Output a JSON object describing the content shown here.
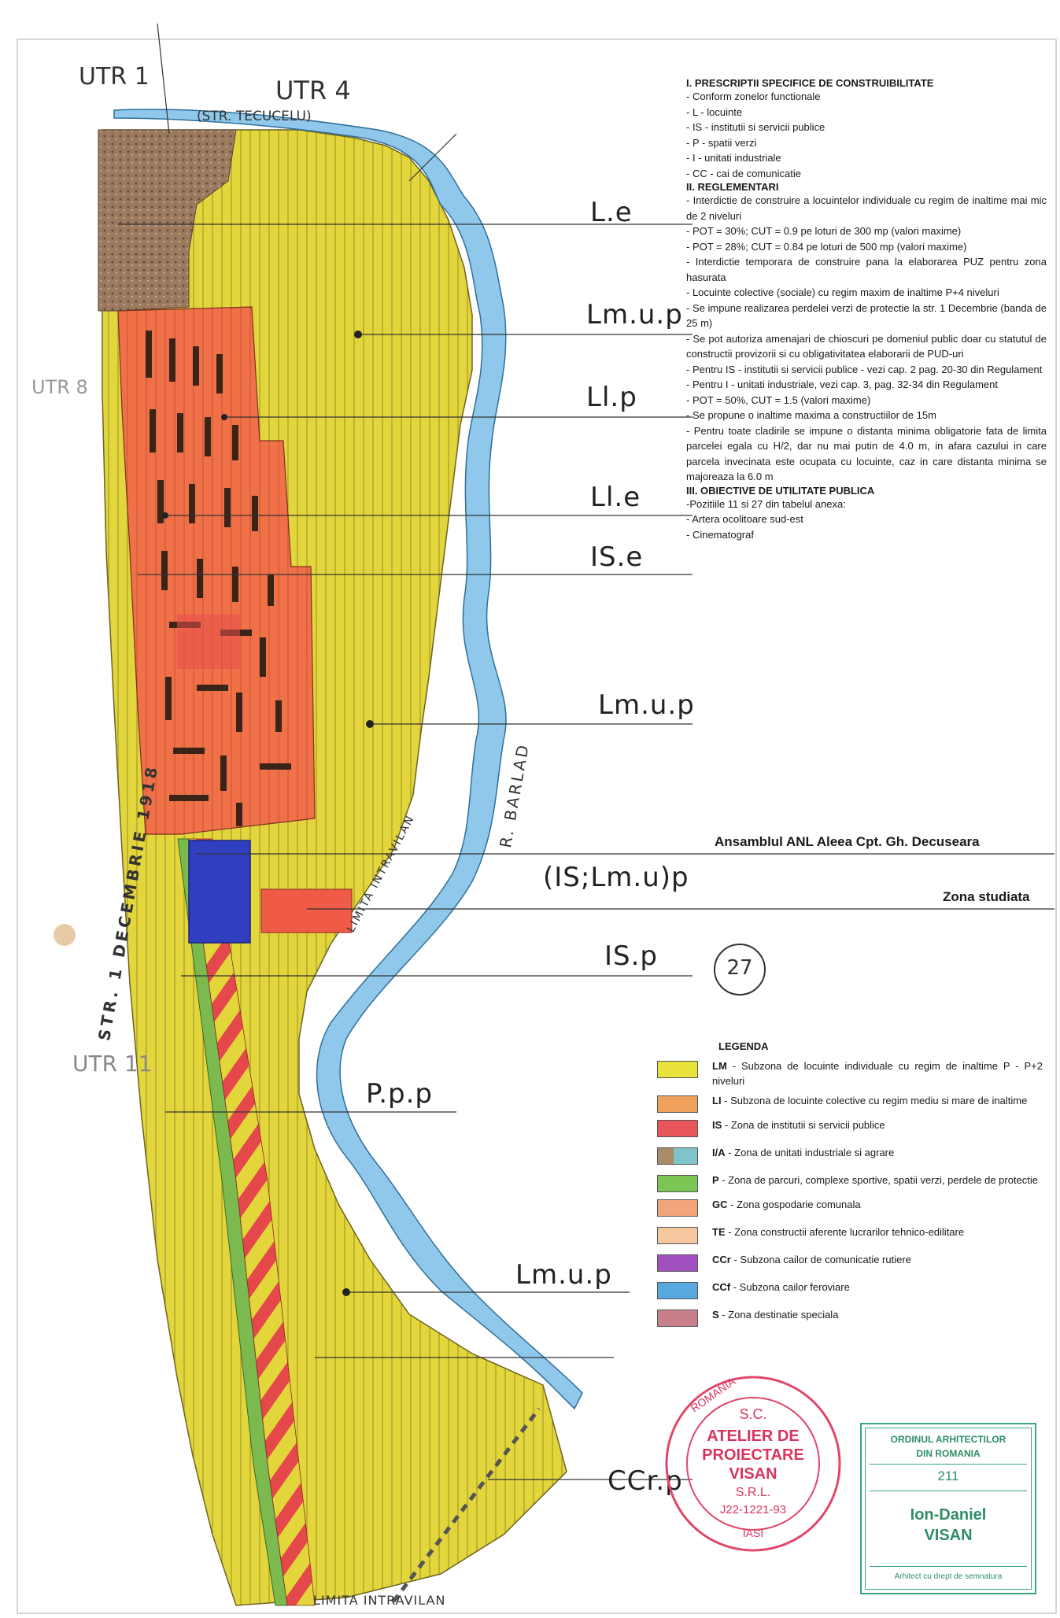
{
  "map_labels": {
    "utr1": "UTR 1",
    "utr4": "UTR 4",
    "utr_left": "UTR 8",
    "utr11": "UTR 11",
    "street_top": "(STR. TECUCELU)",
    "street_left": "STR. 1 DECEMBRIE 1918",
    "river": "R. BARLAD",
    "limit_river": "LIMITA INTRAVILAN",
    "limit_bottom": "LIMITA INTRAVILAN",
    "zones": {
      "le": "L.e",
      "lmup1": "Lm.u.p",
      "llp": "Ll.p",
      "lle": "Ll.e",
      "ise": "IS.e",
      "lmup2": "Lm.u.p",
      "is_lmu": "(IS;Lm.u)p",
      "isp": "IS.p",
      "circle_27": "27",
      "ppp": "P.p.p",
      "lmup3": "Lm.u.p",
      "ccrp": "CCr.p"
    },
    "ansamblu": "Ansamblul ANL Aleea Cpt. Gh. Decuseara",
    "zona_studiata": "Zona studiata"
  },
  "prescriptions": {
    "section1_title": "I. PRESCRIPTII SPECIFICE DE CONSTRUIBILITATE",
    "section1_lines": [
      "- Conform zonelor functionale",
      "- L - locuinte",
      "- IS - institutii si servicii publice",
      "- P - spatii verzi",
      "- I - unitati industriale",
      "- CC - cai de comunicatie"
    ],
    "section2_title": "II. REGLEMENTARI",
    "section2_lines": [
      "- Interdictie de construire a locuintelor individuale cu regim de inaltime mai mic de 2 niveluri",
      "- POT = 30%; CUT = 0.9 pe loturi de 300 mp (valori maxime)",
      "- POT = 28%; CUT = 0.84 pe loturi de 500 mp (valori maxime)",
      "- Interdictie temporara de construire pana la elaborarea PUZ pentru zona hasurata",
      "- Locuinte colective (sociale) cu regim maxim de inaltime P+4 niveluri",
      "- Se impune realizarea perdelei verzi de protectie la str. 1 Decembrie (banda de 25 m)",
      "- Se pot autoriza amenajari de chioscuri pe domeniul public doar cu statutul de constructii provizorii si cu obligativitatea elaborarii de PUD-uri",
      "- Pentru IS - institutii si servicii publice - vezi cap. 2 pag. 20-30 din Regulament",
      "- Pentru I - unitati industriale, vezi cap. 3, pag. 32-34 din Regulament",
      "- POT = 50%, CUT = 1.5 (valori maxime)",
      "- Se propune o inaltime maxima a constructiilor de 15m",
      "- Pentru toate cladirile se impune o distanta minima obligatorie fata de limita parcelei egala cu H/2, dar nu mai putin de 4.0 m, in afara cazului in care parcela invecinata este ocupata cu locuinte, caz in care distanta minima se majoreaza la 6.0 m"
    ],
    "section3_title": "III. OBIECTIVE DE UTILITATE PUBLICA",
    "section3_lines": [
      "-Pozitiile 11 si 27 din tabelul anexa:",
      "- Artera ocolitoare sud-est",
      "- Cinematograf"
    ]
  },
  "legend": {
    "title": "LEGENDA",
    "items": [
      {
        "code": "LM",
        "text": " - Subzona de locuinte individuale cu regim de inaltime P - P+2 niveluri",
        "color": "#e8e23a"
      },
      {
        "code": "LI",
        "text": " - Subzona de locuinte colective cu regim mediu si mare de inaltime",
        "color": "#f0a15c"
      },
      {
        "code": "IS",
        "text": " - Zona de institutii si servicii publice",
        "color": "#e8555a"
      },
      {
        "code": "I/A",
        "text": " - Zona de unitati industriale si agrare",
        "color": "#a98b6a",
        "color2": "#7fc4c8"
      },
      {
        "code": "P",
        "text": " - Zona de parcuri, complexe sportive, spatii verzi, perdele de protectie",
        "color": "#7cc655"
      },
      {
        "code": "GC",
        "text": " - Zona gospodarie comunala",
        "color": "#f2a47a"
      },
      {
        "code": "TE",
        "text": " - Zona constructii aferente lucrarilor tehnico-edilitare",
        "color": "#f5c8a0"
      },
      {
        "code": "CCr",
        "text": " - Subzona cailor de comunicatie rutiere",
        "color": "#a24fc0"
      },
      {
        "code": "CCf",
        "text": " - Subzona cailor feroviare",
        "color": "#58a9df"
      },
      {
        "code": "S",
        "text": " - Zona destinatie speciala",
        "color": "#c7808a"
      }
    ]
  },
  "stamp_round": {
    "top_arc": "ROMANIA",
    "line1": "S.C.",
    "line2": "ATELIER DE",
    "line3": "PROIECTARE",
    "line4": "VISAN",
    "line5": "S.R.L.",
    "line6": "J22-1221-93",
    "bottom_arc": "IASI"
  },
  "stamp_square": {
    "line1": "ORDINUL ARHITECTILOR",
    "line2": "DIN ROMANIA",
    "number": "211",
    "name1": "Ion-Daniel",
    "name2": "VISAN",
    "footer": "Arhitect cu drept de semnatura"
  },
  "colors": {
    "yellow": "#e2d63a",
    "orange": "#f0734a",
    "red": "#e8504b",
    "blue_zone": "#2f3fc0",
    "river": "#8fc8ea",
    "green_strip": "#7cba4f",
    "brown": "#9a7b62"
  }
}
